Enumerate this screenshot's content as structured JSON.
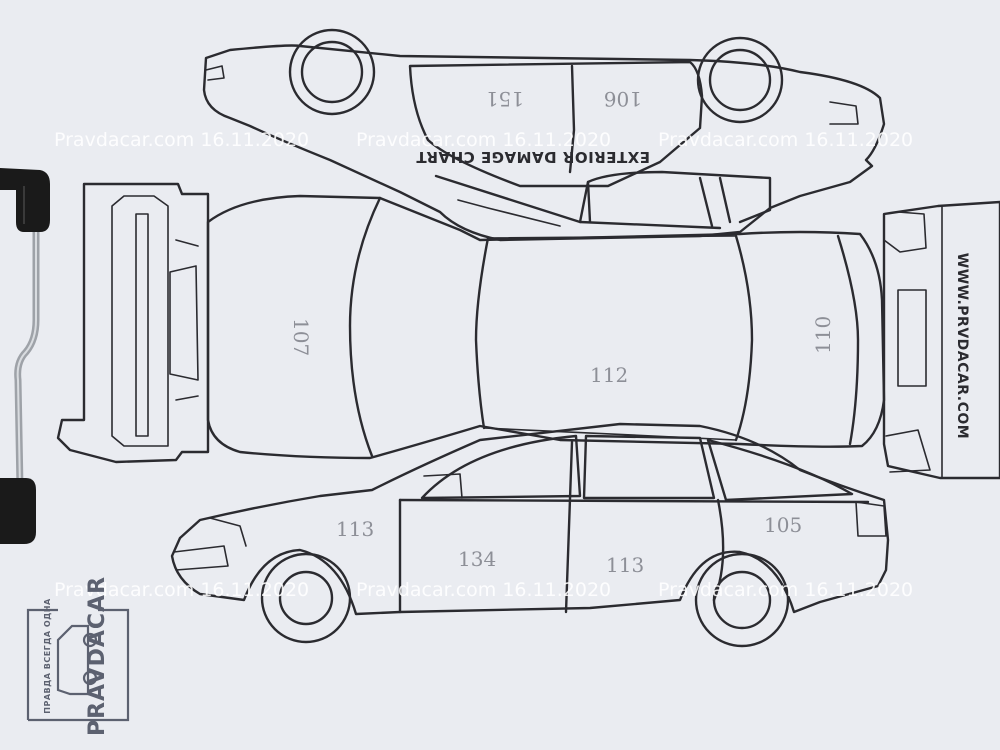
{
  "chart_title": "EXTERIOR DAMAGE CHART",
  "site_url": "WWW.PRVDACAR.COM",
  "watermark": {
    "text": "Pravdacar.com 16.11.2020"
  },
  "stamp": {
    "brand": "PRAVDACAR",
    "slogan": "ПРАВДА ВСЕГДА ОДНА"
  },
  "readings": {
    "roof_rear": "151",
    "roof_front": "106",
    "hood": "107",
    "roof_center": "112",
    "trunk_lid": "110",
    "front_fender": "113",
    "front_door": "134",
    "rear_door": "113",
    "rear_quarter": "105"
  },
  "colors": {
    "background": "#e6e9ee",
    "ink": "#2b2b30",
    "pencil": "#8d8f97",
    "clip_frame": "#1a1a1a",
    "clip_wire": "#a9adb3"
  }
}
